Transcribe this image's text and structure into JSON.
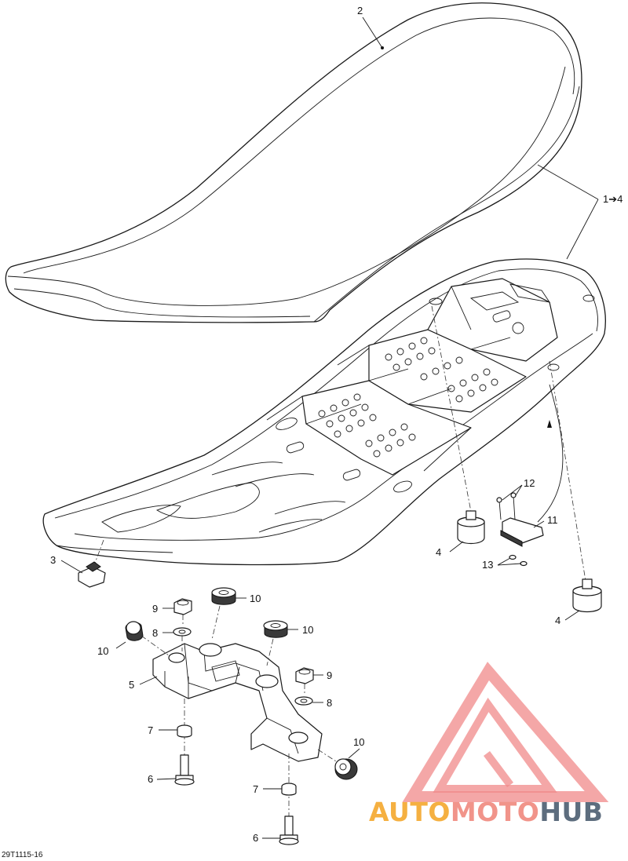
{
  "callouts": {
    "c1": "2",
    "c2": "1➔4",
    "c3": "3",
    "c4a": "4",
    "c4b": "4",
    "c5": "5",
    "c6a": "6",
    "c6b": "6",
    "c7a": "7",
    "c7b": "7",
    "c8a": "8",
    "c8b": "8",
    "c9a": "9",
    "c9b": "9",
    "c10a": "10",
    "c10b": "10",
    "c10c": "10",
    "c10d": "10",
    "c11": "11",
    "c12": "12",
    "c13": "13"
  },
  "drawing_code": "29T1115-16",
  "watermark": {
    "part1": "AUTO",
    "part2": "MOTO",
    "part3": "HUB",
    "color1": "#f5b041",
    "color2": "#f1948a",
    "color3": "#5d6d7e"
  }
}
